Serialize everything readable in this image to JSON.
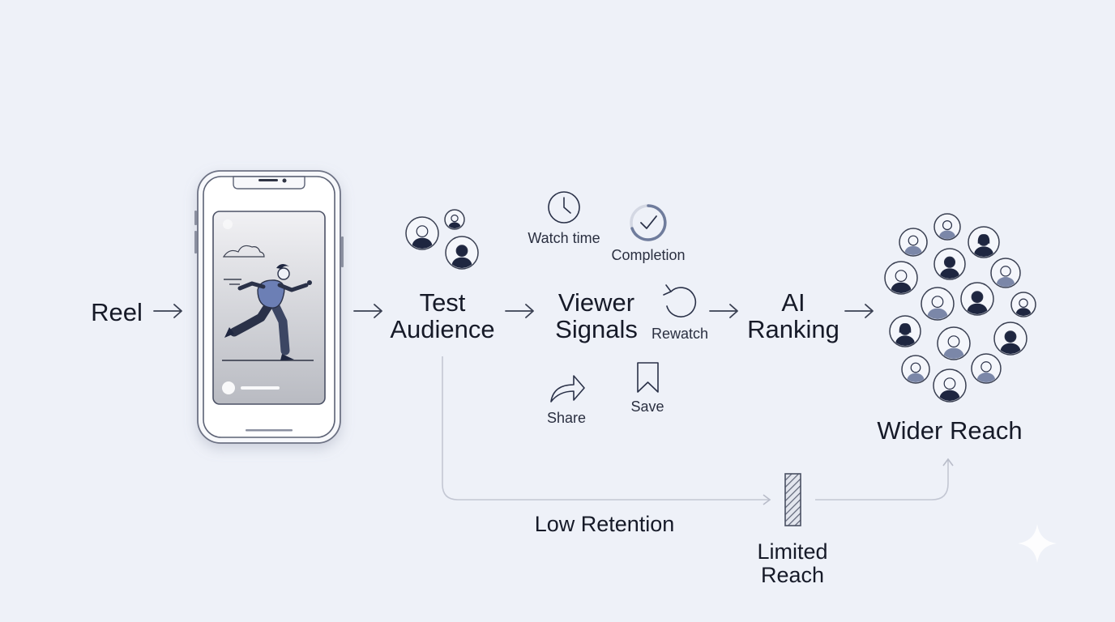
{
  "diagram": {
    "reel_label": "Reel",
    "test_audience_label": "Test\nAudience",
    "viewer_signals_label": "Viewer\nSignals",
    "ai_ranking_label": "AI\nRanking",
    "wider_reach_label": "Wider Reach",
    "low_retention_label": "Low Retention",
    "limited_reach_label": "Limited\nReach",
    "signals": {
      "watch_time": "Watch time",
      "completion": "Completion",
      "rewatch": "Rewatch",
      "share": "Share",
      "save": "Save"
    }
  },
  "icons": {
    "watch_time": "clock-icon",
    "completion": "check-circle-icon",
    "rewatch": "rewatch-icon",
    "share": "share-arrow-icon",
    "save": "bookmark-icon",
    "limited_reach": "hatched-bar-icon",
    "watermark": "sparkle-icon"
  },
  "colors": {
    "background": "#eef1f8",
    "ink": "#1c2030",
    "navy": "#1e2640",
    "slate": "#7b87a8",
    "accent_blue": "#6c7fb5",
    "connector": "#c3c7d3"
  }
}
